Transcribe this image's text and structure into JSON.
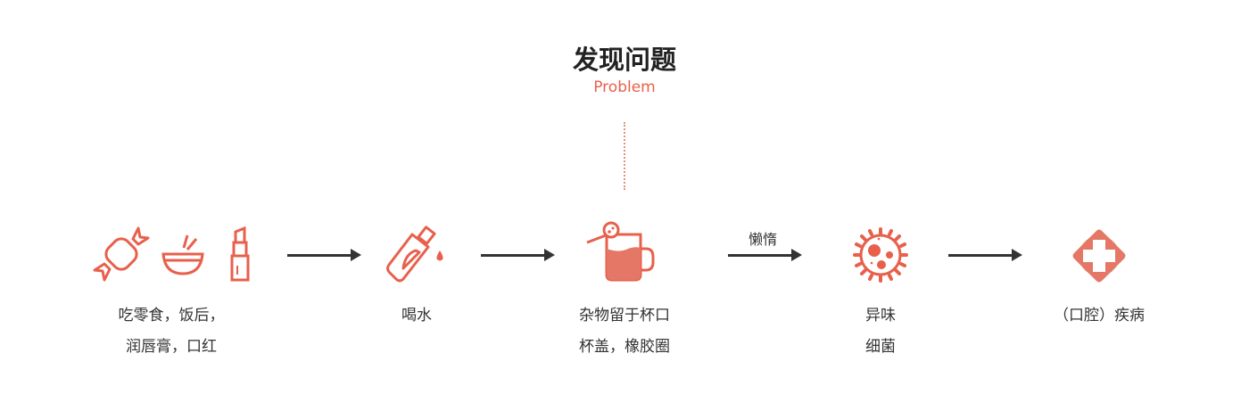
{
  "header": {
    "title": "发现问题",
    "subtitle": "Problem"
  },
  "colors": {
    "accent": "#e8604c",
    "arrow": "#333333"
  },
  "steps": [
    {
      "icons": [
        "candy-icon",
        "bowl-chopsticks-icon",
        "lipstick-icon"
      ],
      "line1": "吃零食，饭后，",
      "line2": "润唇膏，口红"
    },
    {
      "icons": [
        "water-bottle-icon"
      ],
      "line1": "喝水",
      "line2": ""
    },
    {
      "icons": [
        "dirty-cup-icon"
      ],
      "line1": "杂物留于杯口",
      "line2": "杯盖，橡胶圈"
    },
    {
      "icons": [
        "bacteria-icon"
      ],
      "line1": "异味",
      "line2": "细菌"
    },
    {
      "icons": [
        "medical-cross-icon"
      ],
      "line1": "（口腔）疾病",
      "line2": ""
    }
  ],
  "arrows": [
    {
      "label": ""
    },
    {
      "label": ""
    },
    {
      "label": "懒惰"
    },
    {
      "label": ""
    }
  ]
}
